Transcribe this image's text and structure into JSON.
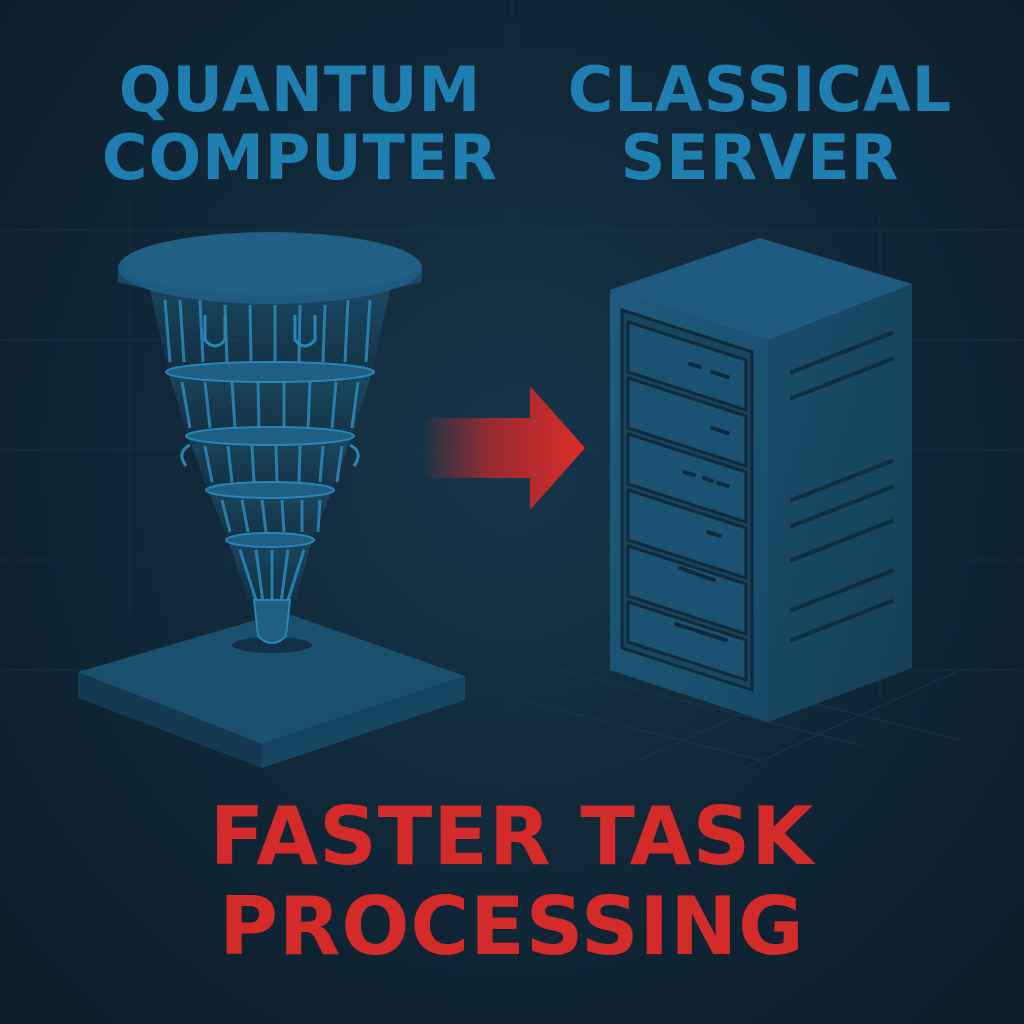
{
  "labels": {
    "quantum_title": "QUANTUM\nCOMPUTER",
    "classical_title": "CLASSICAL\nSERVER",
    "caption": "FASTER TASK\nPROCESSING"
  },
  "colors": {
    "background": "#11293a",
    "label_blue": "#1f7fb0",
    "accent_red": "#d32a2a",
    "device_blue": "#1e5778"
  },
  "icons": {
    "left": "quantum-chandelier-icon",
    "right": "server-tower-icon",
    "connector": "right-arrow-icon"
  }
}
